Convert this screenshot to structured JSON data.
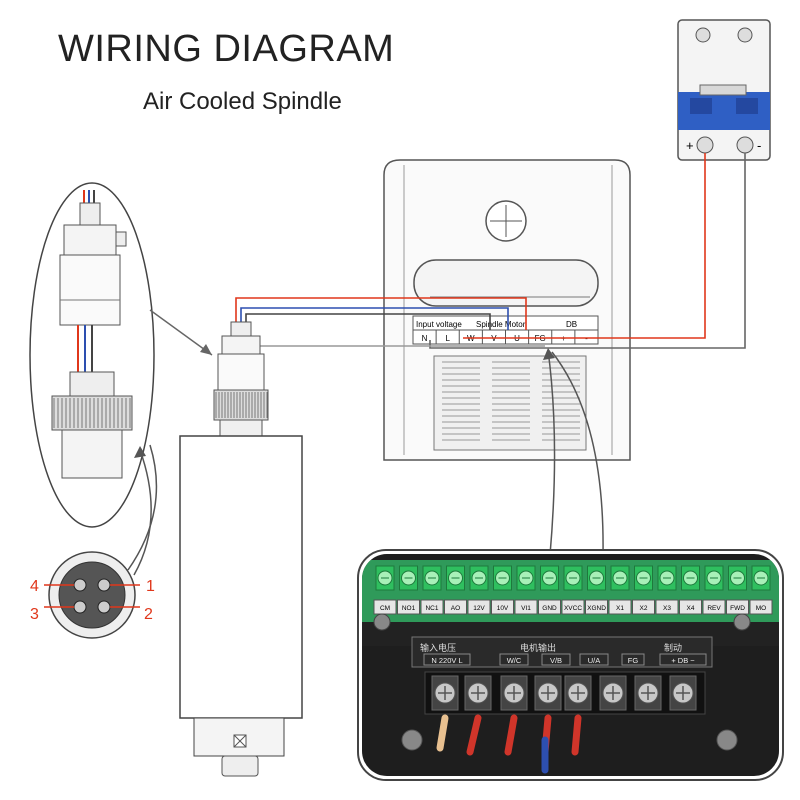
{
  "title": "WIRING DIAGRAM",
  "subtitle": "Air Cooled Spindle",
  "breaker": {
    "plus": "+",
    "minus": "-"
  },
  "vfd_terminal_block": {
    "groups": [
      "Input voltage",
      "Spindle Motor",
      "DB"
    ],
    "terminals": [
      "N",
      "L",
      "W",
      "V",
      "U",
      "FG",
      "+",
      "-"
    ]
  },
  "connector_pins": [
    "1",
    "2",
    "3",
    "4"
  ],
  "control_terminals": [
    "CM",
    "NO1",
    "NC1",
    "AO",
    "12V",
    "10V",
    "VI1",
    "GND",
    "XVCC",
    "XGND",
    "X1",
    "X2",
    "X3",
    "X4",
    "REV",
    "FWD",
    "MO"
  ],
  "power_terminals": {
    "group_labels": [
      "输入电压",
      "电机输出",
      "制动"
    ],
    "labels": [
      "N 220V L",
      "W/C",
      "V/B",
      "U/A",
      "FG",
      "+ DB −"
    ]
  },
  "colors": {
    "red_wire": "#e0371b",
    "blue_wire": "#2d4fb0",
    "breaker_blue": "#2f5fc4",
    "board_green": "#2f9a5a",
    "terminal_green": "#2fbf5f"
  }
}
